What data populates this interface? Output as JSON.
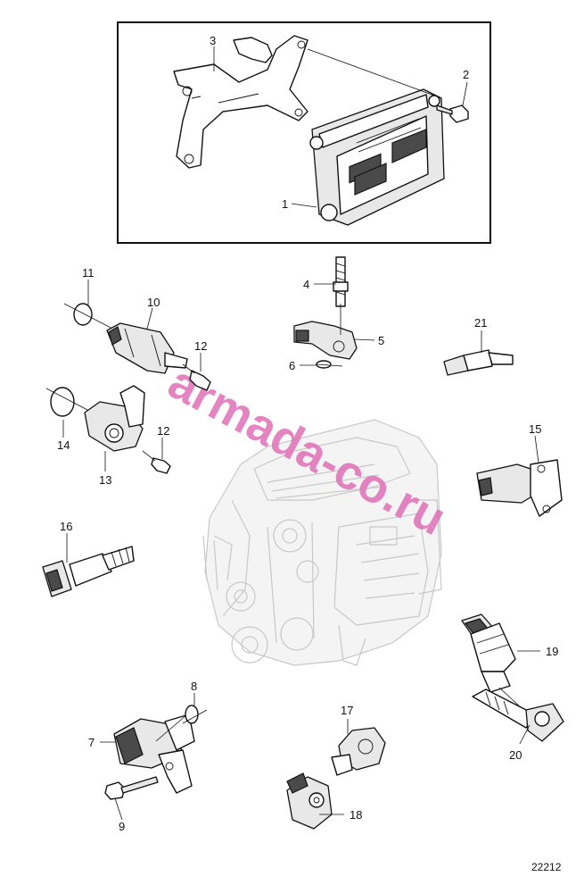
{
  "drawing_number": "22212",
  "watermark": "armada-co.ru",
  "callouts": [
    {
      "id": "c1",
      "label": "1"
    },
    {
      "id": "c2",
      "label": "2"
    },
    {
      "id": "c3",
      "label": "3"
    },
    {
      "id": "c4",
      "label": "4"
    },
    {
      "id": "c5",
      "label": "5"
    },
    {
      "id": "c6",
      "label": "6"
    },
    {
      "id": "c7",
      "label": "7"
    },
    {
      "id": "c8",
      "label": "8"
    },
    {
      "id": "c9",
      "label": "9"
    },
    {
      "id": "c10",
      "label": "10"
    },
    {
      "id": "c11",
      "label": "11"
    },
    {
      "id": "c12a",
      "label": "12"
    },
    {
      "id": "c12b",
      "label": "12"
    },
    {
      "id": "c13",
      "label": "13"
    },
    {
      "id": "c14",
      "label": "14"
    },
    {
      "id": "c15",
      "label": "15"
    },
    {
      "id": "c16",
      "label": "16"
    },
    {
      "id": "c17",
      "label": "17"
    },
    {
      "id": "c18",
      "label": "18"
    },
    {
      "id": "c19",
      "label": "19"
    },
    {
      "id": "c20",
      "label": "20"
    },
    {
      "id": "c21",
      "label": "21"
    }
  ]
}
